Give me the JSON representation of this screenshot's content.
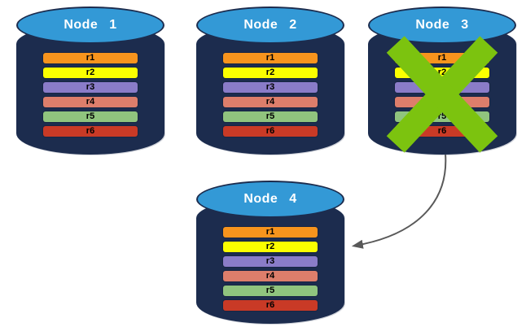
{
  "diagram": {
    "nodes": [
      {
        "label": "Node 1",
        "failed": false,
        "records": [
          {
            "label": "r1",
            "color": "#F7941D"
          },
          {
            "label": "r2",
            "color": "#FBFF00"
          },
          {
            "label": "r3",
            "color": "#8A7CC8"
          },
          {
            "label": "r4",
            "color": "#DD7E6B"
          },
          {
            "label": "r5",
            "color": "#90C47E"
          },
          {
            "label": "r6",
            "color": "#C93A26"
          }
        ]
      },
      {
        "label": "Node 2",
        "failed": false,
        "records": [
          {
            "label": "r1",
            "color": "#F7941D"
          },
          {
            "label": "r2",
            "color": "#FBFF00"
          },
          {
            "label": "r3",
            "color": "#8A7CC8"
          },
          {
            "label": "r4",
            "color": "#DD7E6B"
          },
          {
            "label": "r5",
            "color": "#90C47E"
          },
          {
            "label": "r6",
            "color": "#C93A26"
          }
        ]
      },
      {
        "label": "Node 3",
        "failed": true,
        "records": [
          {
            "label": "r1",
            "color": "#F7941D"
          },
          {
            "label": "r2",
            "color": "#FBFF00"
          },
          {
            "label": "r3",
            "color": "#8A7CC8"
          },
          {
            "label": "r4",
            "color": "#DD7E6B"
          },
          {
            "label": "r5",
            "color": "#90C47E"
          },
          {
            "label": "r6",
            "color": "#C93A26"
          }
        ]
      },
      {
        "label": "Node 4",
        "failed": false,
        "records": [
          {
            "label": "r1",
            "color": "#F7941D"
          },
          {
            "label": "r2",
            "color": "#FBFF00"
          },
          {
            "label": "r3",
            "color": "#8A7CC8"
          },
          {
            "label": "r4",
            "color": "#DD7E6B"
          },
          {
            "label": "r5",
            "color": "#90C47E"
          },
          {
            "label": "r6",
            "color": "#C93A26"
          }
        ]
      }
    ],
    "arrow": {
      "from": "Node 3",
      "to": "Node 4"
    },
    "colors": {
      "background": "#FFFFFF",
      "cylinder_body": "#1C2C4E",
      "cylinder_top": "#3399D6",
      "node_label_text": "#FFFFFF",
      "record_label_text": "#000000",
      "failure_x": "#7CC30F",
      "arrow": "#595959"
    }
  }
}
